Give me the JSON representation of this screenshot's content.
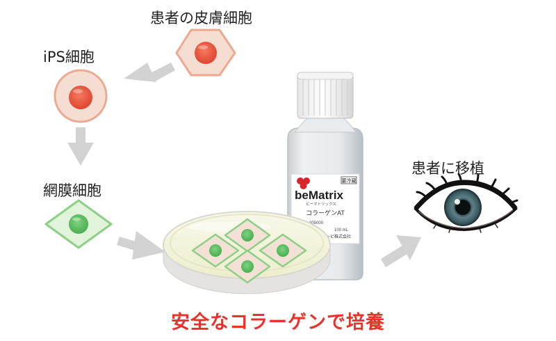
{
  "labels": {
    "skin_cell": "患者の皮膚細胞",
    "ips_cell": "iPS細胞",
    "retinal_cell": "網膜細胞",
    "transplant": "患者に移植"
  },
  "caption": "安全なコラーゲンで培養",
  "bottle": {
    "brand": "beMatrix",
    "brand_kana": "ビーマトリックス",
    "badge": "要冷蔵",
    "product": "コラーゲンAT",
    "lot": "Lot No. 000000",
    "volume": "100 mL",
    "maker": "ニッピ株式会社"
  },
  "colors": {
    "red_nucleus": "#e8513a",
    "red_cell": "#f6ddd2",
    "green_nucleus": "#5cbf60",
    "green_cell": "#e2f3dc",
    "arrow": "#d2d2d2",
    "caption": "#e8322a"
  }
}
